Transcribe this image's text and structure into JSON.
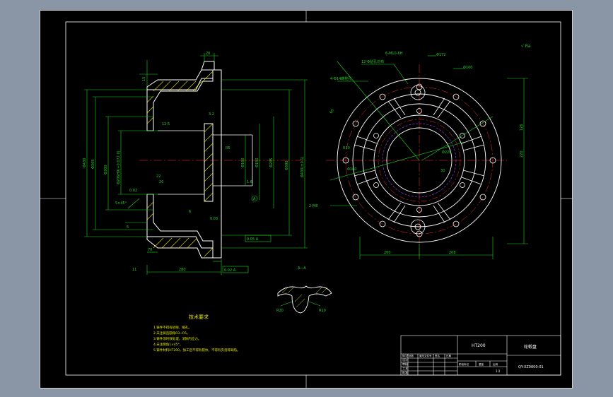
{
  "colors": {
    "background": "#000000",
    "frame": "#ffffff",
    "dimension": "#1fd41f",
    "centerline": "#ff3030",
    "section": "#ffffff",
    "hatch": "#e6e600",
    "viewport_bg": "#8a95a6"
  },
  "left_view": {
    "dims_left": [
      "Φ430",
      "Φ365",
      "Φ300",
      "Φ206H9(+0.072 0)"
    ],
    "dims_top": [
      "15",
      "20",
      "6",
      "22",
      "R5"
    ],
    "dims_right": [
      "Φ160",
      "Φ150",
      "Φ285",
      "Φ390",
      "Φ430(±0.1)"
    ],
    "dims_bottom": [
      "280",
      "70",
      "11",
      "5",
      "20"
    ],
    "notes": [
      "5×45°",
      "0.02",
      "0.03",
      "1.6",
      "3.2",
      "12.5"
    ],
    "tolerance_frames": [
      "0.05  A",
      "0.02  A"
    ],
    "datum": "A"
  },
  "right_view": {
    "labels": [
      "12-Φ钻孔均布",
      "4-Φ14螺栓孔",
      "6-M10-6H",
      "Φ100",
      "Φ172",
      "60",
      "Φ226",
      "220",
      "200",
      "208",
      "126",
      "R30",
      "2-M8",
      "30",
      "Φ160"
    ]
  },
  "section_aa": {
    "title": "A—A",
    "left_label": "R20",
    "right_label": "R10"
  },
  "tech_requirements": {
    "title": "技术要求",
    "items": [
      "1.铸件不得有砂眼、缩孔。",
      "2.未注铸造圆角R3~R5。",
      "3.铸件须时效处理，消除内应力。",
      "4.未注倒角1×45°。",
      "5.铸件材料HT200，加工后不得有裂纹，不得有夹渣等缺陷。"
    ]
  },
  "title_block": {
    "material": "HT200",
    "part_name": "轮毂盘",
    "drawing_no": "QY-XZ0000-01",
    "rows": [
      "标记",
      "设计",
      "审核",
      "工艺",
      "批准"
    ],
    "cols": [
      "处数",
      "分区",
      "更改文件号",
      "签名",
      "日期"
    ],
    "stage_cols": [
      "阶段标记",
      "重量",
      "比例"
    ],
    "scale": "1:2"
  },
  "roughness_mark": "√ Ra"
}
